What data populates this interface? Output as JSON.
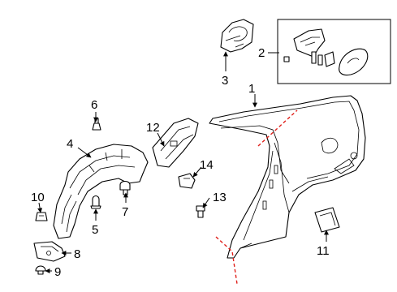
{
  "callouts": {
    "c1": "1",
    "c2": "2",
    "c3": "3",
    "c4": "4",
    "c5": "5",
    "c6": "6",
    "c7": "7",
    "c8": "8",
    "c9": "9",
    "c10": "10",
    "c11": "11",
    "c12": "12",
    "c13": "13",
    "c14": "14"
  },
  "colors": {
    "line": "#000000",
    "cut_line": "#e0201b",
    "background": "#ffffff"
  }
}
